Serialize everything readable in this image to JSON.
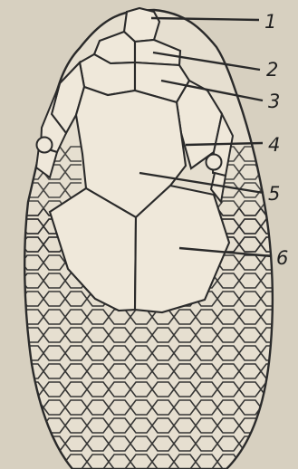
{
  "labels": {
    "l1": "1",
    "l2": "2",
    "l3": "3",
    "l4": "4",
    "l5": "5",
    "l6": "6"
  },
  "colors": {
    "ink": "#2a2a2a",
    "paper": "#d7d0c0"
  },
  "icons": {
    "diagram": "snake-head-scales"
  }
}
